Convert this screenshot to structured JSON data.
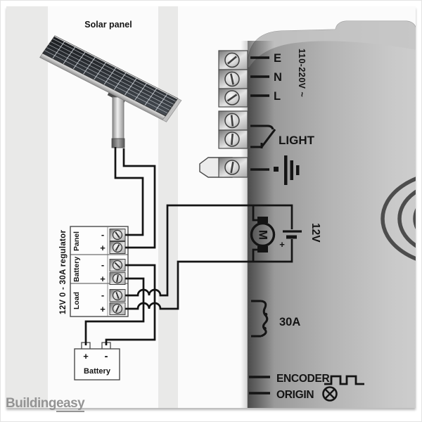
{
  "solar_panel": {
    "label": "Solar panel"
  },
  "regulator": {
    "title": "12V 0 - 30A regulator",
    "sections": [
      {
        "label": "Panel",
        "neg": "-",
        "pos": "+"
      },
      {
        "label": "Battery",
        "neg": "-",
        "pos": "+"
      },
      {
        "label": "Load",
        "neg": "-",
        "pos": "+"
      }
    ]
  },
  "battery": {
    "label": "Battery",
    "pos": "+",
    "neg": "-"
  },
  "board": {
    "terminal_e": "E",
    "terminal_n": "N",
    "terminal_l": "L",
    "mains_label": "110-220V ~",
    "light_label": "LIGHT",
    "motor_label": "M",
    "dc_label": "12V",
    "dc_polarity": "+",
    "fuse_label": "30A",
    "encoder_label": "ENCODER",
    "origin_label": "ORIGIN"
  },
  "watermark": {
    "prefix": "Building",
    "suffix": "easy"
  },
  "colors": {
    "background": "#e9e9e8",
    "white_band": "#fbfbfb",
    "wire": "#141414",
    "board_dark": "#8d8d8d",
    "board_light": "#cdcdcd",
    "panel_cell": "#1a1d21",
    "watermark": "#949494"
  }
}
